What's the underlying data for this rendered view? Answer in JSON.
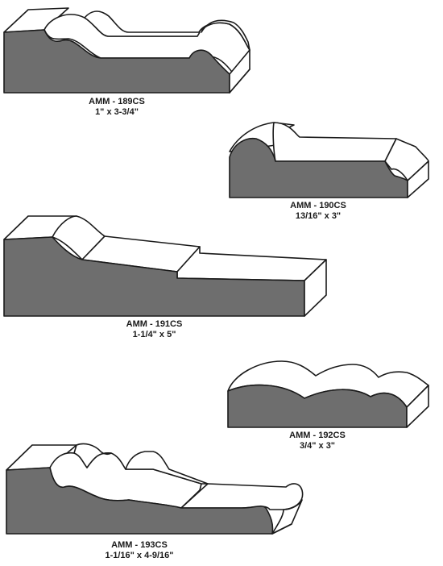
{
  "mouldings": [
    {
      "model": "AMM - 189CS",
      "size": "1\" x 3-3/4\""
    },
    {
      "model": "AMM - 190CS",
      "size": "13/16\" x 3\""
    },
    {
      "model": "AMM - 191CS",
      "size": "1-1/4\" x 5\""
    },
    {
      "model": "AMM - 192CS",
      "size": "3/4\" x 3\""
    },
    {
      "model": "AMM - 193CS",
      "size": "1-1/16\" x 4-9/16\""
    }
  ],
  "colors": {
    "profile_face": "#6e6e6e",
    "top_surface": "#ffffff",
    "outline": "#1a1a1a"
  }
}
